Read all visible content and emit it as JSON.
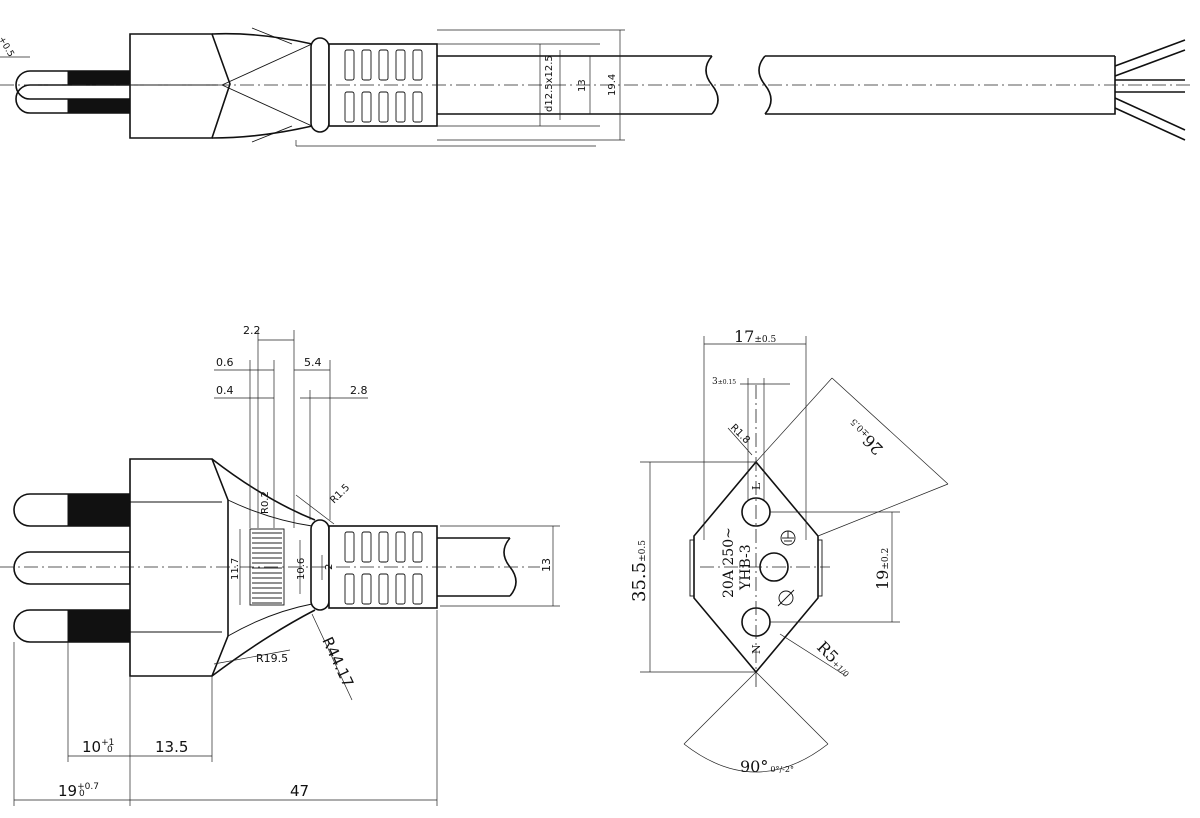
{
  "top_view": {
    "tol_label": "+0.5",
    "dia_label": "d12.5x12.5",
    "dim_13": "13",
    "dim_19_4": "19.4"
  },
  "side_view": {
    "dim_2_2": "2.2",
    "dim_0_6": "0.6",
    "dim_0_4": "0.4",
    "dim_5_4": "5.4",
    "dim_2_8": "2.8",
    "r_0_2": "R0.2",
    "r_1_5": "R1.5",
    "dim_11_7": "11.7",
    "dim_10_6": "10.6",
    "dim_2": "2",
    "dim_13": "13",
    "r_19_5": "R19.5",
    "r_44_17": "R44.17",
    "dim_10": "10",
    "dim_10_tol_up": "+1",
    "dim_10_tol_lo": "0",
    "dim_13_5": "13.5",
    "dim_19": "19",
    "dim_19_tol_up": "+0.7",
    "dim_19_tol_lo": "0",
    "dim_47": "47"
  },
  "front_view": {
    "dim_17": "17",
    "dim_17_tol": "±0.5",
    "dim_3": "3",
    "dim_3_tol": "±0.15",
    "r_1_8": "R1.8",
    "dim_26": "26",
    "dim_26_tol": "±0.5",
    "dim_35_5": "35.5",
    "dim_35_5_tol": "±0.5",
    "dim_19": "19",
    "dim_19_tol": "±0.2",
    "r_5": "R5",
    "r_5_tol": "+1/0",
    "angle": "90°",
    "angle_tol": "0°/-2°",
    "rating": "20A 250~",
    "model": "YHB-3",
    "pin_L": "L",
    "pin_N": "N"
  }
}
